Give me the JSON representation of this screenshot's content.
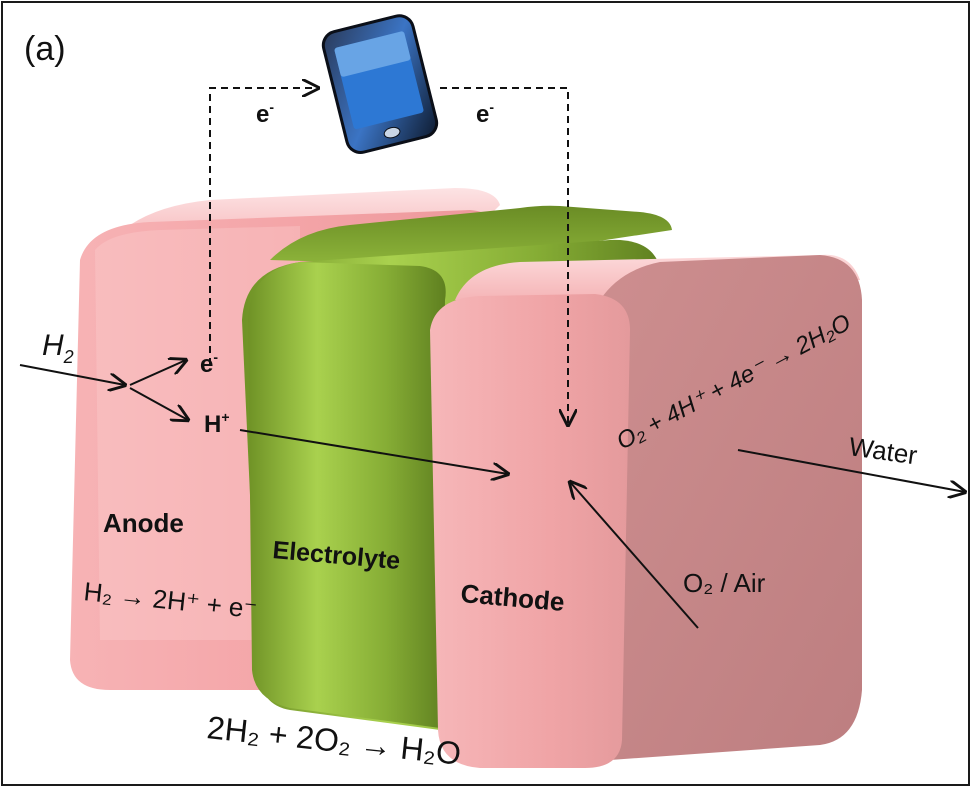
{
  "panel_label": "(a)",
  "electron_left": "e",
  "electron_right": "e",
  "electron_sup": "-",
  "anode": {
    "label": "Anode",
    "inlet": "H",
    "inlet_sub": "2",
    "electron": "e",
    "electron_sup": "-",
    "proton": "H",
    "proton_sup": "+",
    "reaction": "H₂ → 2H⁺ + e⁻"
  },
  "electrolyte": {
    "label": "Electrolyte"
  },
  "cathode": {
    "label": "Cathode",
    "reaction": "O₂ + 4H⁺ + 4e⁻ → 2H₂O",
    "inlet": "O₂ / Air",
    "outlet": "Water"
  },
  "overall_reaction": "2H₂ + 2O₂ → H₂O",
  "colors": {
    "anode": "#f4a3a6",
    "anode_light": "#fbd0d2",
    "electrolyte": "#7fa22c",
    "electrolyte_light": "#a9cd4a",
    "cathode": "#f1a5a7",
    "cathode_side": "#c98a8b"
  }
}
